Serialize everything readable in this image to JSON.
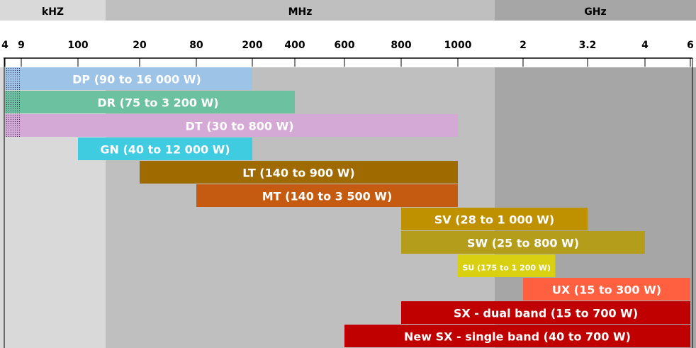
{
  "chart_data": {
    "type": "bar",
    "orientation": "horizontal-range",
    "axis": "frequency",
    "regions": [
      {
        "label": "kHZ",
        "color": "#d9d9d9"
      },
      {
        "label": "MHz",
        "color": "#bfbfbf"
      },
      {
        "label": "GHz",
        "color": "#a6a6a6"
      }
    ],
    "ticks": [
      "4",
      "9",
      "100",
      "20",
      "80",
      "200",
      "400",
      "600",
      "800",
      "1000",
      "2",
      "3.2",
      "4",
      "6"
    ],
    "series": [
      {
        "label": "DP (90 to 16 000 W)",
        "start_tick": 0,
        "end_tick": 5,
        "color": "#9dc3e6",
        "hatched_start": true
      },
      {
        "label": "DR (75 to 3 200 W)",
        "start_tick": 0,
        "end_tick": 6,
        "color": "#6cc1a0",
        "hatched_start": true
      },
      {
        "label": "DT (30 to 800 W)",
        "start_tick": 0,
        "end_tick": 9,
        "color": "#d5a9d5",
        "hatched_start": true
      },
      {
        "label": "GN (40 to 12 000 W)",
        "start_tick": 2,
        "end_tick": 5,
        "color": "#3fcbe0"
      },
      {
        "label": "LT (140 to 900 W)",
        "start_tick": 3,
        "end_tick": 9,
        "color": "#9f6a00"
      },
      {
        "label": "MT (140 to 3 500 W)",
        "start_tick": 4,
        "end_tick": 9,
        "color": "#c55a11"
      },
      {
        "label": "SV (28 to 1 000 W)",
        "start_tick": 8,
        "end_tick": 11,
        "color": "#bf9000"
      },
      {
        "label": "SW (25 to 800 W)",
        "start_tick": 8,
        "end_tick": 12,
        "color": "#b39d1b"
      },
      {
        "label": "SU (175 to 1 200 W)",
        "start_tick": 9,
        "end_tick": 10.5,
        "color": "#d8d010",
        "small": true
      },
      {
        "label": "UX (15 to 300 W)",
        "start_tick": 10,
        "end_tick": 13,
        "color": "#ff6040"
      },
      {
        "label": "SX - dual band (15 to 700 W)",
        "start_tick": 8,
        "end_tick": 13,
        "color": "#c00000"
      },
      {
        "label": "New SX - single band (40 to 700 W)",
        "start_tick": 7,
        "end_tick": 13,
        "color": "#c00000"
      }
    ]
  }
}
